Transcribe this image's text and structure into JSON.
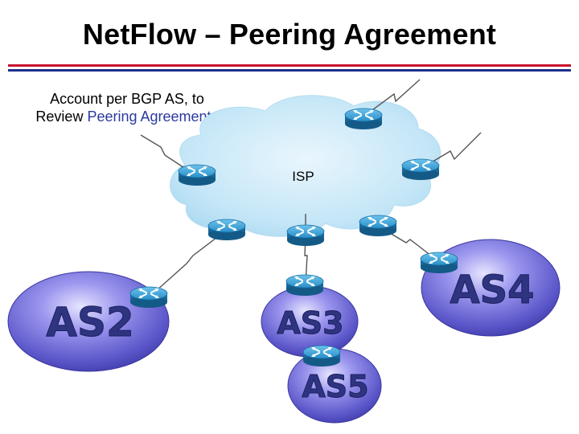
{
  "title": "NetFlow – Peering Agreement",
  "caption": {
    "line1": "Account per BGP AS, to",
    "line2_prefix": "Review ",
    "line2_highlight": "Peering Agreements"
  },
  "cloud_label": "ISP",
  "as_labels": {
    "as2": "AS2",
    "as3": "AS3",
    "as4": "AS4",
    "as5": "AS5"
  },
  "colors": {
    "title_rule_red": "#c8102e",
    "title_rule_blue": "#1e2f8c",
    "highlight_text": "#2b3a9e",
    "cloud": "#bfe3f5",
    "as_blob": "#6f6ad8",
    "router": "#2a8fc9"
  }
}
